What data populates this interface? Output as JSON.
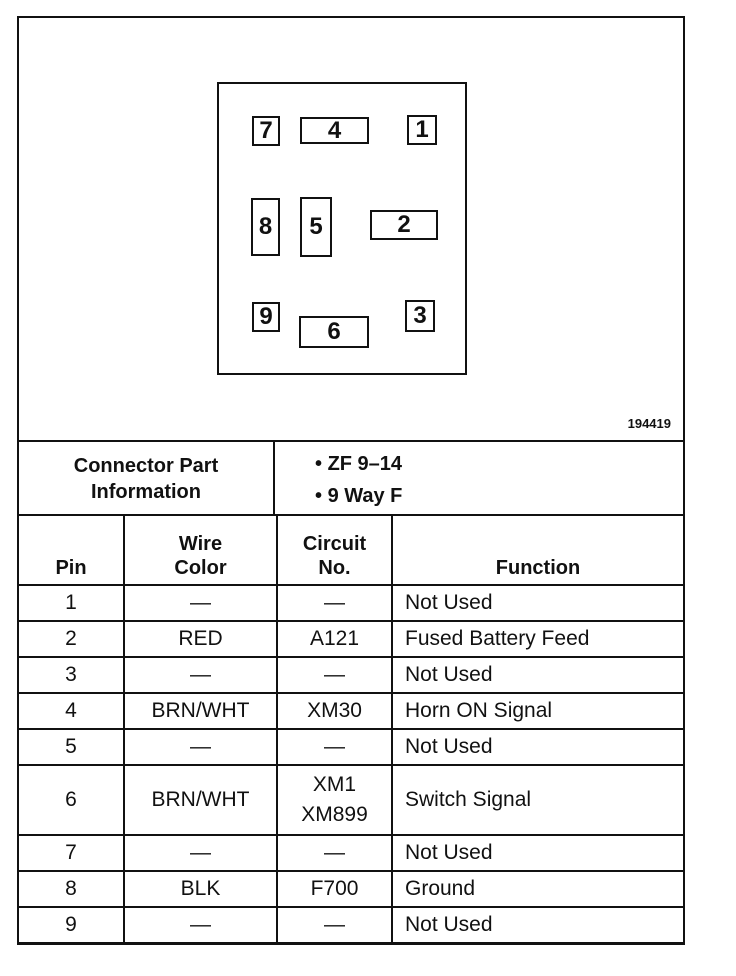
{
  "diagram": {
    "figure_id": "194419",
    "cavities": [
      "7",
      "4",
      "1",
      "8",
      "5",
      "2",
      "9",
      "6",
      "3"
    ]
  },
  "connector_info": {
    "label_line1": "Connector Part",
    "label_line2": "Information",
    "items": [
      "ZF 9–14",
      "9 Way F"
    ]
  },
  "table": {
    "headers": {
      "pin": "Pin",
      "wire_color_line1": "Wire",
      "wire_color_line2": "Color",
      "circuit_line1": "Circuit",
      "circuit_line2": "No.",
      "function": "Function"
    },
    "rows": [
      {
        "pin": "1",
        "wire": "—",
        "circuit": "—",
        "circuit2": "",
        "function": "Not Used"
      },
      {
        "pin": "2",
        "wire": "RED",
        "circuit": "A121",
        "circuit2": "",
        "function": "Fused Battery Feed"
      },
      {
        "pin": "3",
        "wire": "—",
        "circuit": "—",
        "circuit2": "",
        "function": "Not Used"
      },
      {
        "pin": "4",
        "wire": "BRN/WHT",
        "circuit": "XM30",
        "circuit2": "",
        "function": "Horn ON Signal"
      },
      {
        "pin": "5",
        "wire": "—",
        "circuit": "—",
        "circuit2": "",
        "function": "Not Used"
      },
      {
        "pin": "6",
        "wire": "BRN/WHT",
        "circuit": "XM1",
        "circuit2": "XM899",
        "function": "Switch Signal"
      },
      {
        "pin": "7",
        "wire": "—",
        "circuit": "—",
        "circuit2": "",
        "function": "Not Used"
      },
      {
        "pin": "8",
        "wire": "BLK",
        "circuit": "F700",
        "circuit2": "",
        "function": "Ground"
      },
      {
        "pin": "9",
        "wire": "—",
        "circuit": "—",
        "circuit2": "",
        "function": "Not Used"
      }
    ]
  }
}
